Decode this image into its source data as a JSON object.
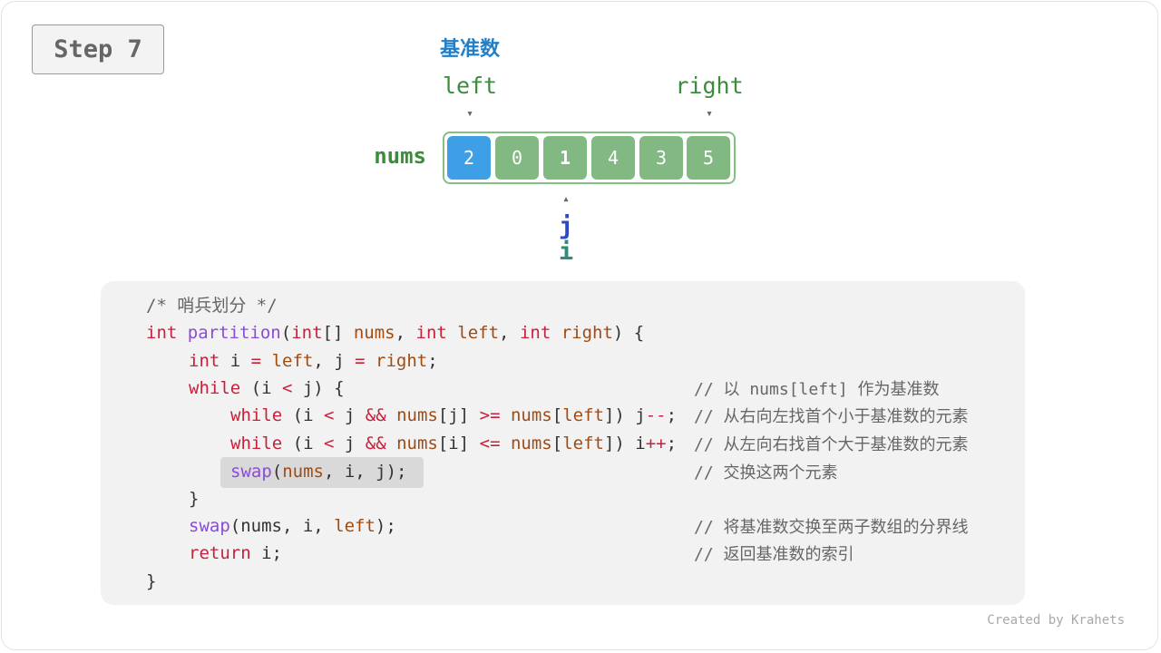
{
  "step": "Step 7",
  "pivot_label": "基准数",
  "pointers": {
    "left": "left",
    "right": "right",
    "j": "j",
    "i": "i"
  },
  "array_name": "nums",
  "array": [
    "2",
    "0",
    "1",
    "4",
    "3",
    "5"
  ],
  "colors": {
    "pivot": "#3f9fe6",
    "cell": "#82b882",
    "keyword": "#c8203a",
    "function": "#8a4cd6",
    "identifier": "#a04b12"
  },
  "code": {
    "l0": {
      "a": "/* 哨兵划分 */"
    },
    "l1": {
      "a": "int",
      "b": " ",
      "c": "partition",
      "d": "(",
      "e": "int",
      "f": "[] ",
      "g": "nums",
      "h": ", ",
      "i": "int",
      "j": " ",
      "k": "left",
      "l": ", ",
      "m": "int",
      "n": " ",
      "o": "right",
      "p": ") {"
    },
    "l2": {
      "a": "int",
      "b": " i ",
      "c": "=",
      "d": " ",
      "e": "left",
      "f": ", j ",
      "g": "=",
      "h": " ",
      "i": "right",
      "j": ";"
    },
    "l3": {
      "a": "while",
      "b": " (i ",
      "c": "<",
      "d": " j) {"
    },
    "l4": {
      "a": "while",
      "b": " (i ",
      "c": "<",
      "d": " j ",
      "e": "&&",
      "f": " ",
      "g": "nums",
      "h": "[j] ",
      "i": ">=",
      "j": " ",
      "k": "nums",
      "l": "[",
      "m": "left",
      "n": "]) j",
      "o": "--",
      "p": ";"
    },
    "l5": {
      "a": "while",
      "b": " (i ",
      "c": "<",
      "d": " j ",
      "e": "&&",
      "f": " ",
      "g": "nums",
      "h": "[i] ",
      "i": "<=",
      "j": " ",
      "k": "nums",
      "l": "[",
      "m": "left",
      "n": "]) i",
      "o": "++",
      "p": ";"
    },
    "l6": {
      "a": "swap",
      "b": "(",
      "c": "nums",
      "d": ", i, j);"
    },
    "l7": {
      "a": "}"
    },
    "l8": {
      "a": "swap",
      "b": "(nums, i, ",
      "c": "left",
      "d": ");"
    },
    "l9": {
      "a": "return",
      "b": " i;"
    },
    "l10": {
      "a": "}"
    }
  },
  "comments": {
    "c3": "// 以 nums[left] 作为基准数",
    "c4": "// 从右向左找首个小于基准数的元素",
    "c5": "// 从左向右找首个大于基准数的元素",
    "c6": "// 交换这两个元素",
    "c8": "// 将基准数交换至两子数组的分界线",
    "c9": "// 返回基准数的索引"
  },
  "credit": "Created by Krahets"
}
